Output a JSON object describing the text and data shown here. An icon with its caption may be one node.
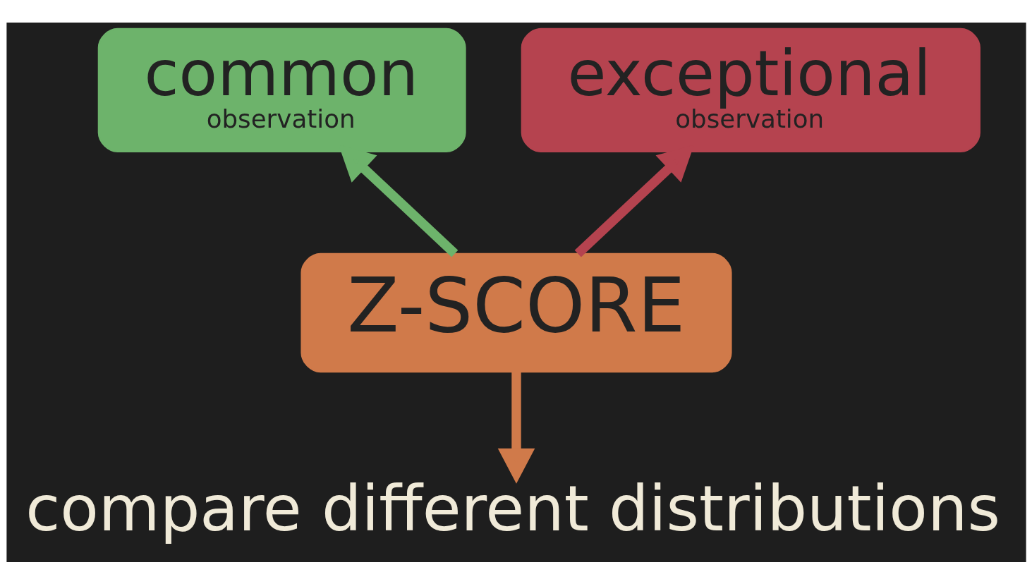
{
  "diagram": {
    "nodes": [
      {
        "text": [
          "common",
          "observation"
        ]
      },
      {
        "text": [
          "exceptional",
          "observation"
        ]
      },
      {
        "text": [
          "Z-SCORE"
        ]
      },
      {
        "text": [
          "compare different distributions"
        ]
      }
    ],
    "edges": [
      {
        "from": 2,
        "to": 0,
        "arrow": "to",
        "color": "#6db36b"
      },
      {
        "from": 2,
        "to": 1,
        "arrow": "to",
        "color": "#b5434f"
      },
      {
        "from": 2,
        "to": 3,
        "arrow": "to",
        "color": "#d07a4a"
      }
    ]
  }
}
